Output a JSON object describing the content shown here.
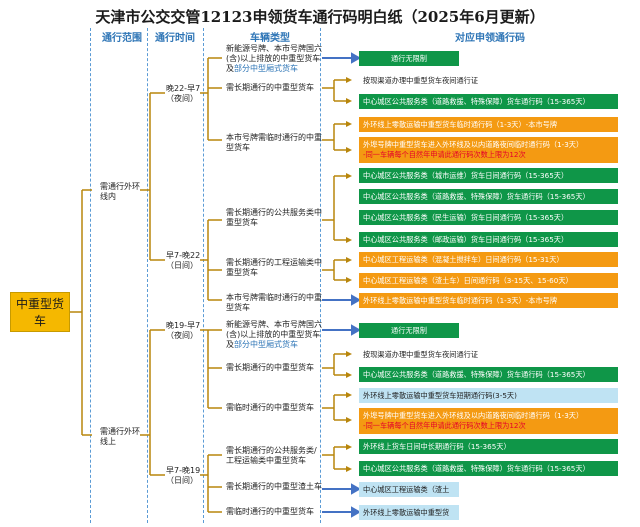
{
  "title": "天津市公交交管12123申领货车通行码明白纸（2025年6月更新）",
  "headers": {
    "scope": "通行范围",
    "time": "通行时间",
    "vehicle": "车辆类型",
    "apply": "对应申领通行码"
  },
  "root": "中重型货车",
  "scopes": {
    "inner": "需通行外环线内",
    "outer": "需通行外环线上"
  },
  "times": {
    "night1": "晚22-早7（夜间）",
    "day1": "早7-晚22（日间）",
    "night2": "晚19-早7（夜间）",
    "day2": "早7-晚19（日间）"
  },
  "vehicles": {
    "v1a": "新能源号牌、本市号牌国六(含)以上排放的中重型货车及",
    "v1b": "部分中型厢式货车",
    "v2": "需长期通行的中重型货车",
    "v3": "本市号牌需临时通行的中重型货车",
    "v4": "需长期通行的公共服务类中重型货车",
    "v5": "需长期通行的工程运输类中重型货车",
    "v6": "本市号牌需临时通行的中重型货车",
    "v7a": "新能源号牌、本市号牌国六(含)以上排放的中重型货车及",
    "v7b": "部分中型厢式货车",
    "v8": "需长期通行的中重型货车",
    "v9": "需临时通行的中重型货车",
    "v10": "需长期通行的公共服务类/工程运输类中重型货车",
    "v11": "需长期通行的中重型渣土车",
    "v12": "需临时通行的中重型货车"
  },
  "boxes": {
    "b1": "通行无限制",
    "b2": "按现渠道办理中重型货车夜间通行证",
    "b3": "中心城区公共服务类（道路救援、特殊保障）货车通行码（15-365天）",
    "b4": "外环线上零散运输中重型货车临时通行码（1-3天）-本市号牌",
    "b5a": "外埠号牌中重型货车进入外环线及以内道路夜间临时通行码（1-3天）",
    "b5b": "-同一车辆每个自然年申请此通行码次数上限为12次",
    "b6": "中心城区公共服务类（城市运维）货车日间通行码（15-365天）",
    "b7": "中心城区公共服务类（道路救援、特殊保障）货车通行码（15-365天）",
    "b8": "中心城区公共服务类（民生运输）货车日间通行码（15-365天）",
    "b9": "中心城区公共服务类（邮政运输）货车日间通行码（15-365天）",
    "b10": "中心城区工程运输类（混凝土搅拌车）日间通行码（15-31天）",
    "b11": "中心城区工程运输类（渣土车）日间通行码（3-15天、15-60天）",
    "b12": "外环线上零散运输中重型货车临时通行码（1-3天）-本市号牌",
    "b13": "通行无限制",
    "b14": "按现渠道办理中重型货车夜间通行证",
    "b15": "中心城区公共服务类（道路救援、特殊保障）货车通行码（15-365天）",
    "b16": "外环线上零散运输中重型货车短期通行码(3-5天)",
    "b17a": "外埠号牌中重型货车进入外环线及以内道路夜间临时通行码（1-3天）",
    "b17b": "-同一车辆每个自然年申请此通行码次数上限为12次",
    "b18": "外环线上货车日间中长期通行码（15-365天）",
    "b19": "中心城区公共服务类（道路救援、特殊保障）货车通行码（15-365天）",
    "b20": "中心城区工程运输类（渣土",
    "b21": "外环线上零散运输中重型货"
  },
  "colors": {
    "green": "#0f9648",
    "orange": "#f49a12",
    "lightblue": "#bfe3f3",
    "root": "#f5b800",
    "bracket": "#b8860b",
    "arrow": "#4472c4"
  }
}
